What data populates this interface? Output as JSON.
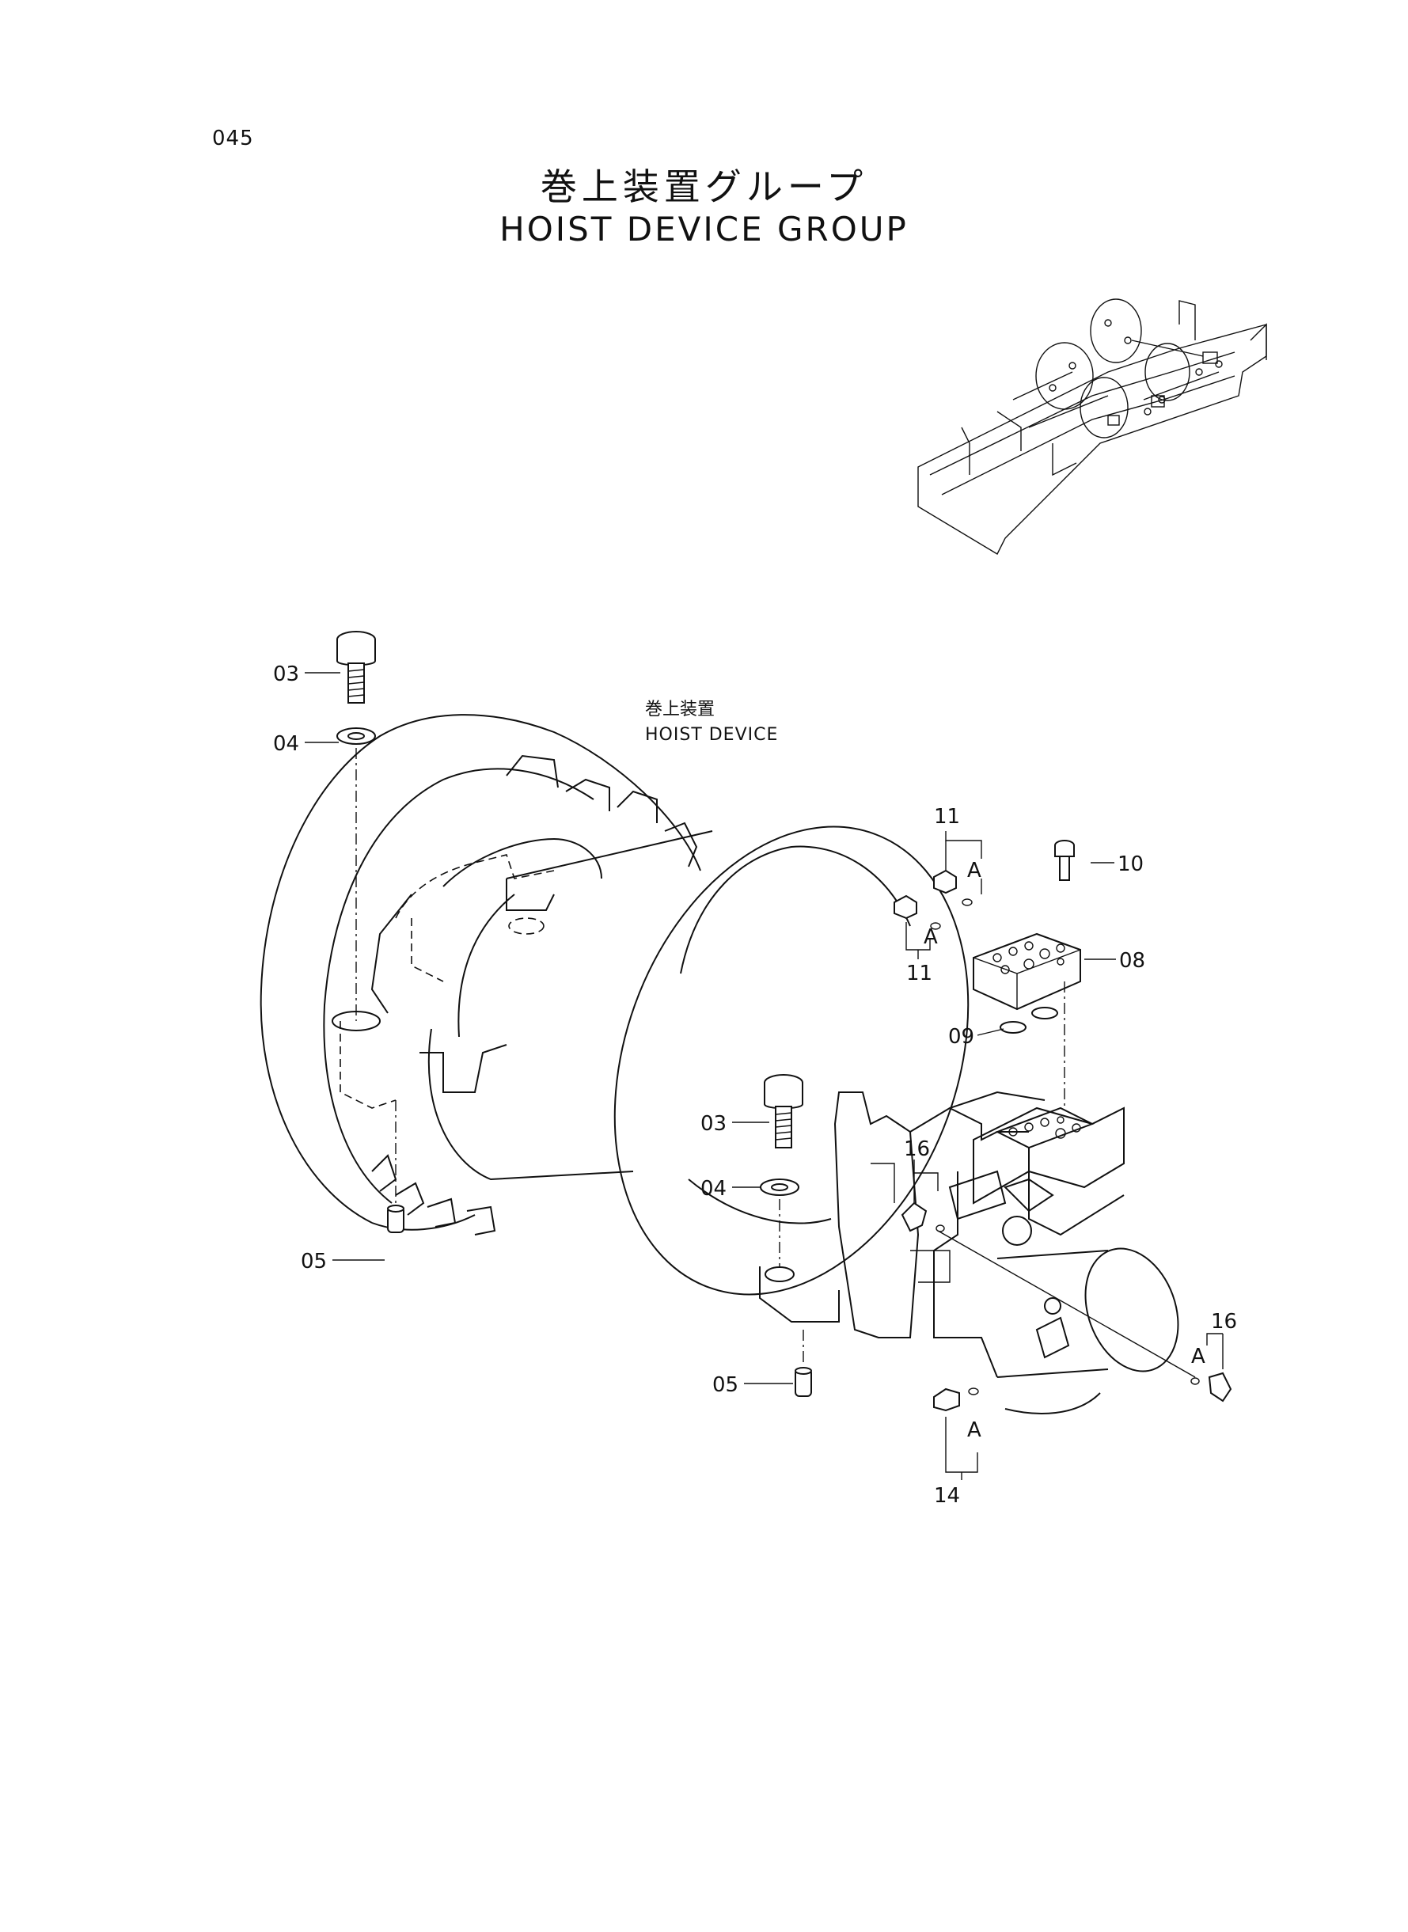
{
  "page": {
    "number": "045",
    "title_jp": "巻上装置グループ",
    "title_en": "HOIST DEVICE GROUP"
  },
  "assembly": {
    "label_jp": "巻上装置",
    "label_en": "HOIST DEVICE"
  },
  "callouts": {
    "c03a": "03",
    "c04a": "04",
    "c05a": "05",
    "c03b": "03",
    "c04b": "04",
    "c05b": "05",
    "c11a": "11",
    "c11b": "11",
    "c10": "10",
    "c08": "08",
    "c09": "09",
    "c16a": "16",
    "c16b": "16",
    "c14": "14"
  },
  "markers": {
    "a1": "A",
    "a2": "A",
    "a3": "A",
    "a4": "A"
  }
}
